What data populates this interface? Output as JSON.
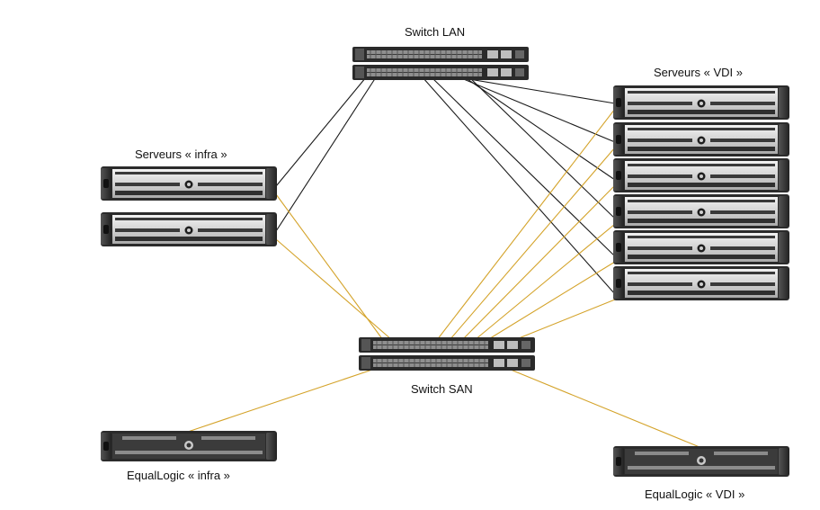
{
  "labels": {
    "switch_lan": "Switch LAN",
    "switch_san": "Switch SAN",
    "servers_infra": "Serveurs « infra »",
    "servers_vdi": "Serveurs « VDI »",
    "equallogic_infra": "EqualLogic « infra »",
    "equallogic_vdi": "EqualLogic « VDI »"
  },
  "colors": {
    "lan_link": "#1a1a1a",
    "san_link": "#d4a32a",
    "chassis": "#2e2e2e",
    "bezel": "#d9d9d9"
  },
  "icons": {
    "server": "rack-server-icon",
    "switch": "network-switch-icon",
    "storage": "storage-array-icon"
  }
}
